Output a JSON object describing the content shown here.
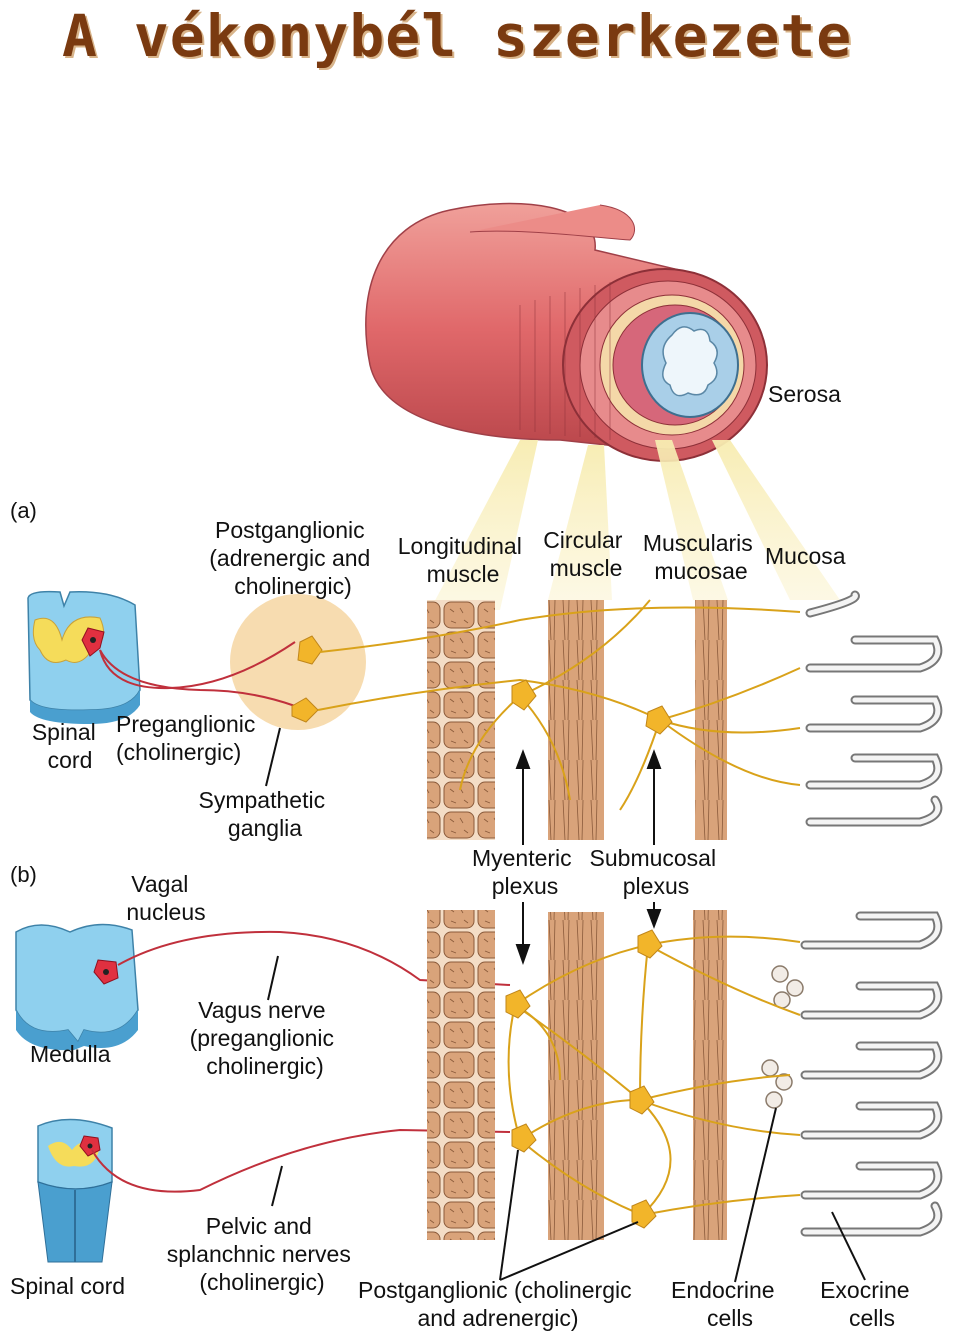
{
  "title": "A vékonybél szerkezete",
  "panels": {
    "a": "(a)",
    "b": "(b)"
  },
  "labels": {
    "serosa": "Serosa",
    "postganglionic_a": [
      "Postganglionic",
      "(adrenergic and",
      "cholinergic)"
    ],
    "longitudinal_muscle": [
      "Longitudinal",
      "muscle"
    ],
    "circular_muscle": [
      "Circular",
      "muscle"
    ],
    "muscularis_mucosae": [
      "Muscularis",
      "mucosae"
    ],
    "mucosa": "Mucosa",
    "spinal_cord_a": [
      "Spinal",
      "cord"
    ],
    "preganglionic": [
      "Preganglionic",
      "(cholinergic)"
    ],
    "sympathetic_ganglia": [
      "Sympathetic",
      "ganglia"
    ],
    "myenteric_plexus": [
      "Myenteric",
      "plexus"
    ],
    "submucosal_plexus": [
      "Submucosal",
      "plexus"
    ],
    "vagal_nucleus": [
      "Vagal",
      "nucleus"
    ],
    "medulla": "Medulla",
    "vagus_nerve": [
      "Vagus nerve",
      "(preganglionic",
      "cholinergic)"
    ],
    "pelvic_nerves": [
      "Pelvic and",
      "splanchnic nerves",
      "(cholinergic)"
    ],
    "spinal_cord_b": "Spinal cord",
    "postganglionic_b": [
      "Postganglionic (cholinergic",
      "and adrenergic)"
    ],
    "endocrine_cells": [
      "Endocrine",
      "cells"
    ],
    "exocrine_cells": [
      "Exocrine",
      "cells"
    ]
  },
  "colors": {
    "title": "#7a3a10",
    "nerve_yellow": "#d9a21a",
    "preganglionic_red": "#c0303c",
    "muscle_tan": "#d9a37a",
    "cord_blue": "#8fd0ee",
    "intestine_red": "#e0686a"
  }
}
